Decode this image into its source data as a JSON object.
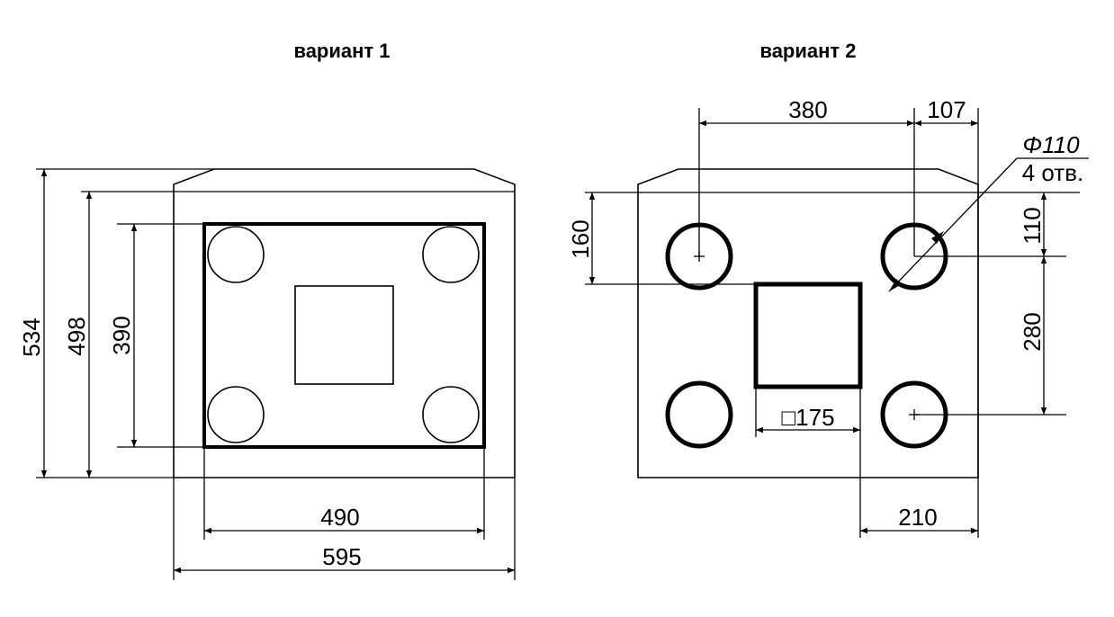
{
  "variant1": {
    "title": "вариант 1",
    "dims": {
      "height_total": "534",
      "height_body": "498",
      "height_frame": "390",
      "width_frame": "490",
      "width_total": "595"
    }
  },
  "variant2": {
    "title": "вариант 2",
    "dims": {
      "hole_spacing_x": "380",
      "hole_offset_right": "107",
      "hole_diameter": "Φ110",
      "hole_count": "4 отв.",
      "top_offset_left": "160",
      "top_offset_right": "110",
      "hole_spacing_y": "280",
      "square_size": "□175",
      "right_offset_bottom": "210"
    }
  }
}
